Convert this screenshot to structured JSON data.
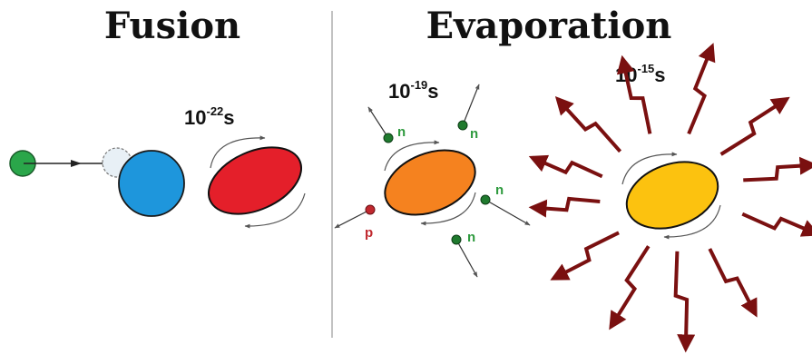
{
  "fusion": {
    "title": "Fusion",
    "time_base": "10",
    "time_exp": "-22",
    "time_unit": "s"
  },
  "evaporation": {
    "title": "Evaporation",
    "stage1": {
      "time_base": "10",
      "time_exp": "-19",
      "time_unit": "s"
    },
    "stage2": {
      "time_base": "10",
      "time_exp": "-15",
      "time_unit": "s"
    },
    "particles": [
      {
        "label": "n",
        "type": "neutron"
      },
      {
        "label": "n",
        "type": "neutron"
      },
      {
        "label": "n",
        "type": "neutron"
      },
      {
        "label": "n",
        "type": "neutron"
      },
      {
        "label": "p",
        "type": "proton"
      }
    ]
  },
  "colors": {
    "projectile": "#2aa64a",
    "target": "#1e96dc",
    "compound_hot": "#e41f2a",
    "compound_cooling": "#f5821f",
    "residue": "#fcc20f",
    "neutron_label": "#2e9a3e",
    "proton_label": "#c0282e",
    "gamma": "#7a1010"
  }
}
